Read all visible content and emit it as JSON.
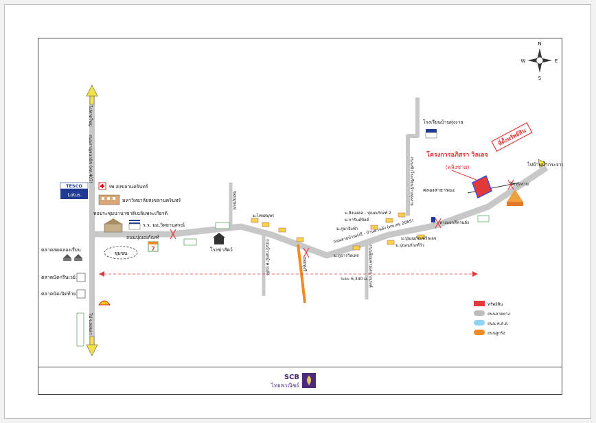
{
  "map": {
    "compass": {
      "north": "N",
      "south": "S",
      "east": "E",
      "west": "W"
    },
    "project": {
      "name": "โครงการอภิสรา วิลเลจ",
      "subtitle": "(ตลิ่งชาย)"
    },
    "property_label": "ที่ตั้งทรัพย์สิน",
    "roads": {
      "main_vertical_top": "ไปหาดใหญ่",
      "main_vertical_bottom": "ไป จ.สงขลา",
      "main_vertical_name": "ถนนกาญจนวนิช (ทล.407)",
      "punnakan": "ถนนปุณณกัณฑ์",
      "reservoir": "ถนนสายบ้านทุ่งรี - บ้านควนลัง (ทช.สข 2065)",
      "to_ban_nam_krajai": "ไปบ้านน้ำกระจาย",
      "side_1": "ซอยมุขแข่",
      "side_2": "ถนนบ้านหน้าควนลัง",
      "side_3": "ซอยทุ่งรี",
      "side_4": "ถนนอ้อมค่ายเสนาณรงค์",
      "side_5": "ถนนเข้าโรงเรียนบ้านทุ่งงาย"
    },
    "landmarks": {
      "tesco_top": "TESCO",
      "tesco_bottom": "Lotus",
      "hospital": "รพ.สงขลานครินทร์",
      "university": "มหาวิทยาลัยสงขลานครินทร์",
      "convention": "หอประชุมนานาชาติเฉลิมพระเกียรติ",
      "school_psu": "ร.ร. มอ.วิทยานุสรณ์",
      "community": "ชุมชน",
      "market_1": "ตลาดสดคลองเรียน",
      "market_2": "ตลาดนัดกรีนเวย์",
      "market_3": "ตลาดนัดเปิดท้าย",
      "slaughterhouse": "โรงฆ่าสัตว์",
      "village_thai": "ม.ไทยสมุทร",
      "village_kunpras": "ม.ภูธารวิลเลจ",
      "village_singmongkol": "ม.สิงมงคล - ปุณณกัณฑ์ 2",
      "village_karnkulsit": "ม.การันต์บิลด์",
      "village_pirom": "ม.ภูมาธิงฟ้า",
      "village_punnakan_villa": "ม.ปุณณกัณฑ์วิลเลจ",
      "village_punnakan_view": "ม.ปุณณกัณฑ์วิว",
      "canal": "คลองสาธารณะ",
      "school_thung_ngai": "โรงเรียนบ้านทุ่งงาย",
      "temple": "วัดทุ่งงาย",
      "junction": "ทางแยกสี่ควนลัง",
      "seven_eleven": "7"
    },
    "scale": "ระยะ 6,340 ม.",
    "legend": [
      {
        "label": "ทรัพย์สิน",
        "color": "#e23a3a"
      },
      {
        "label": "ถนนลาดยาง",
        "color": "#bdbdbd"
      },
      {
        "label": "ถนน ค.ส.ล.",
        "color": "#8fd3f0"
      },
      {
        "label": "ถนนลูกรัง",
        "color": "#f08a24"
      }
    ]
  },
  "footer": {
    "bank_name": "SCB",
    "bank_thai": "ไทยพาณิชย์"
  }
}
